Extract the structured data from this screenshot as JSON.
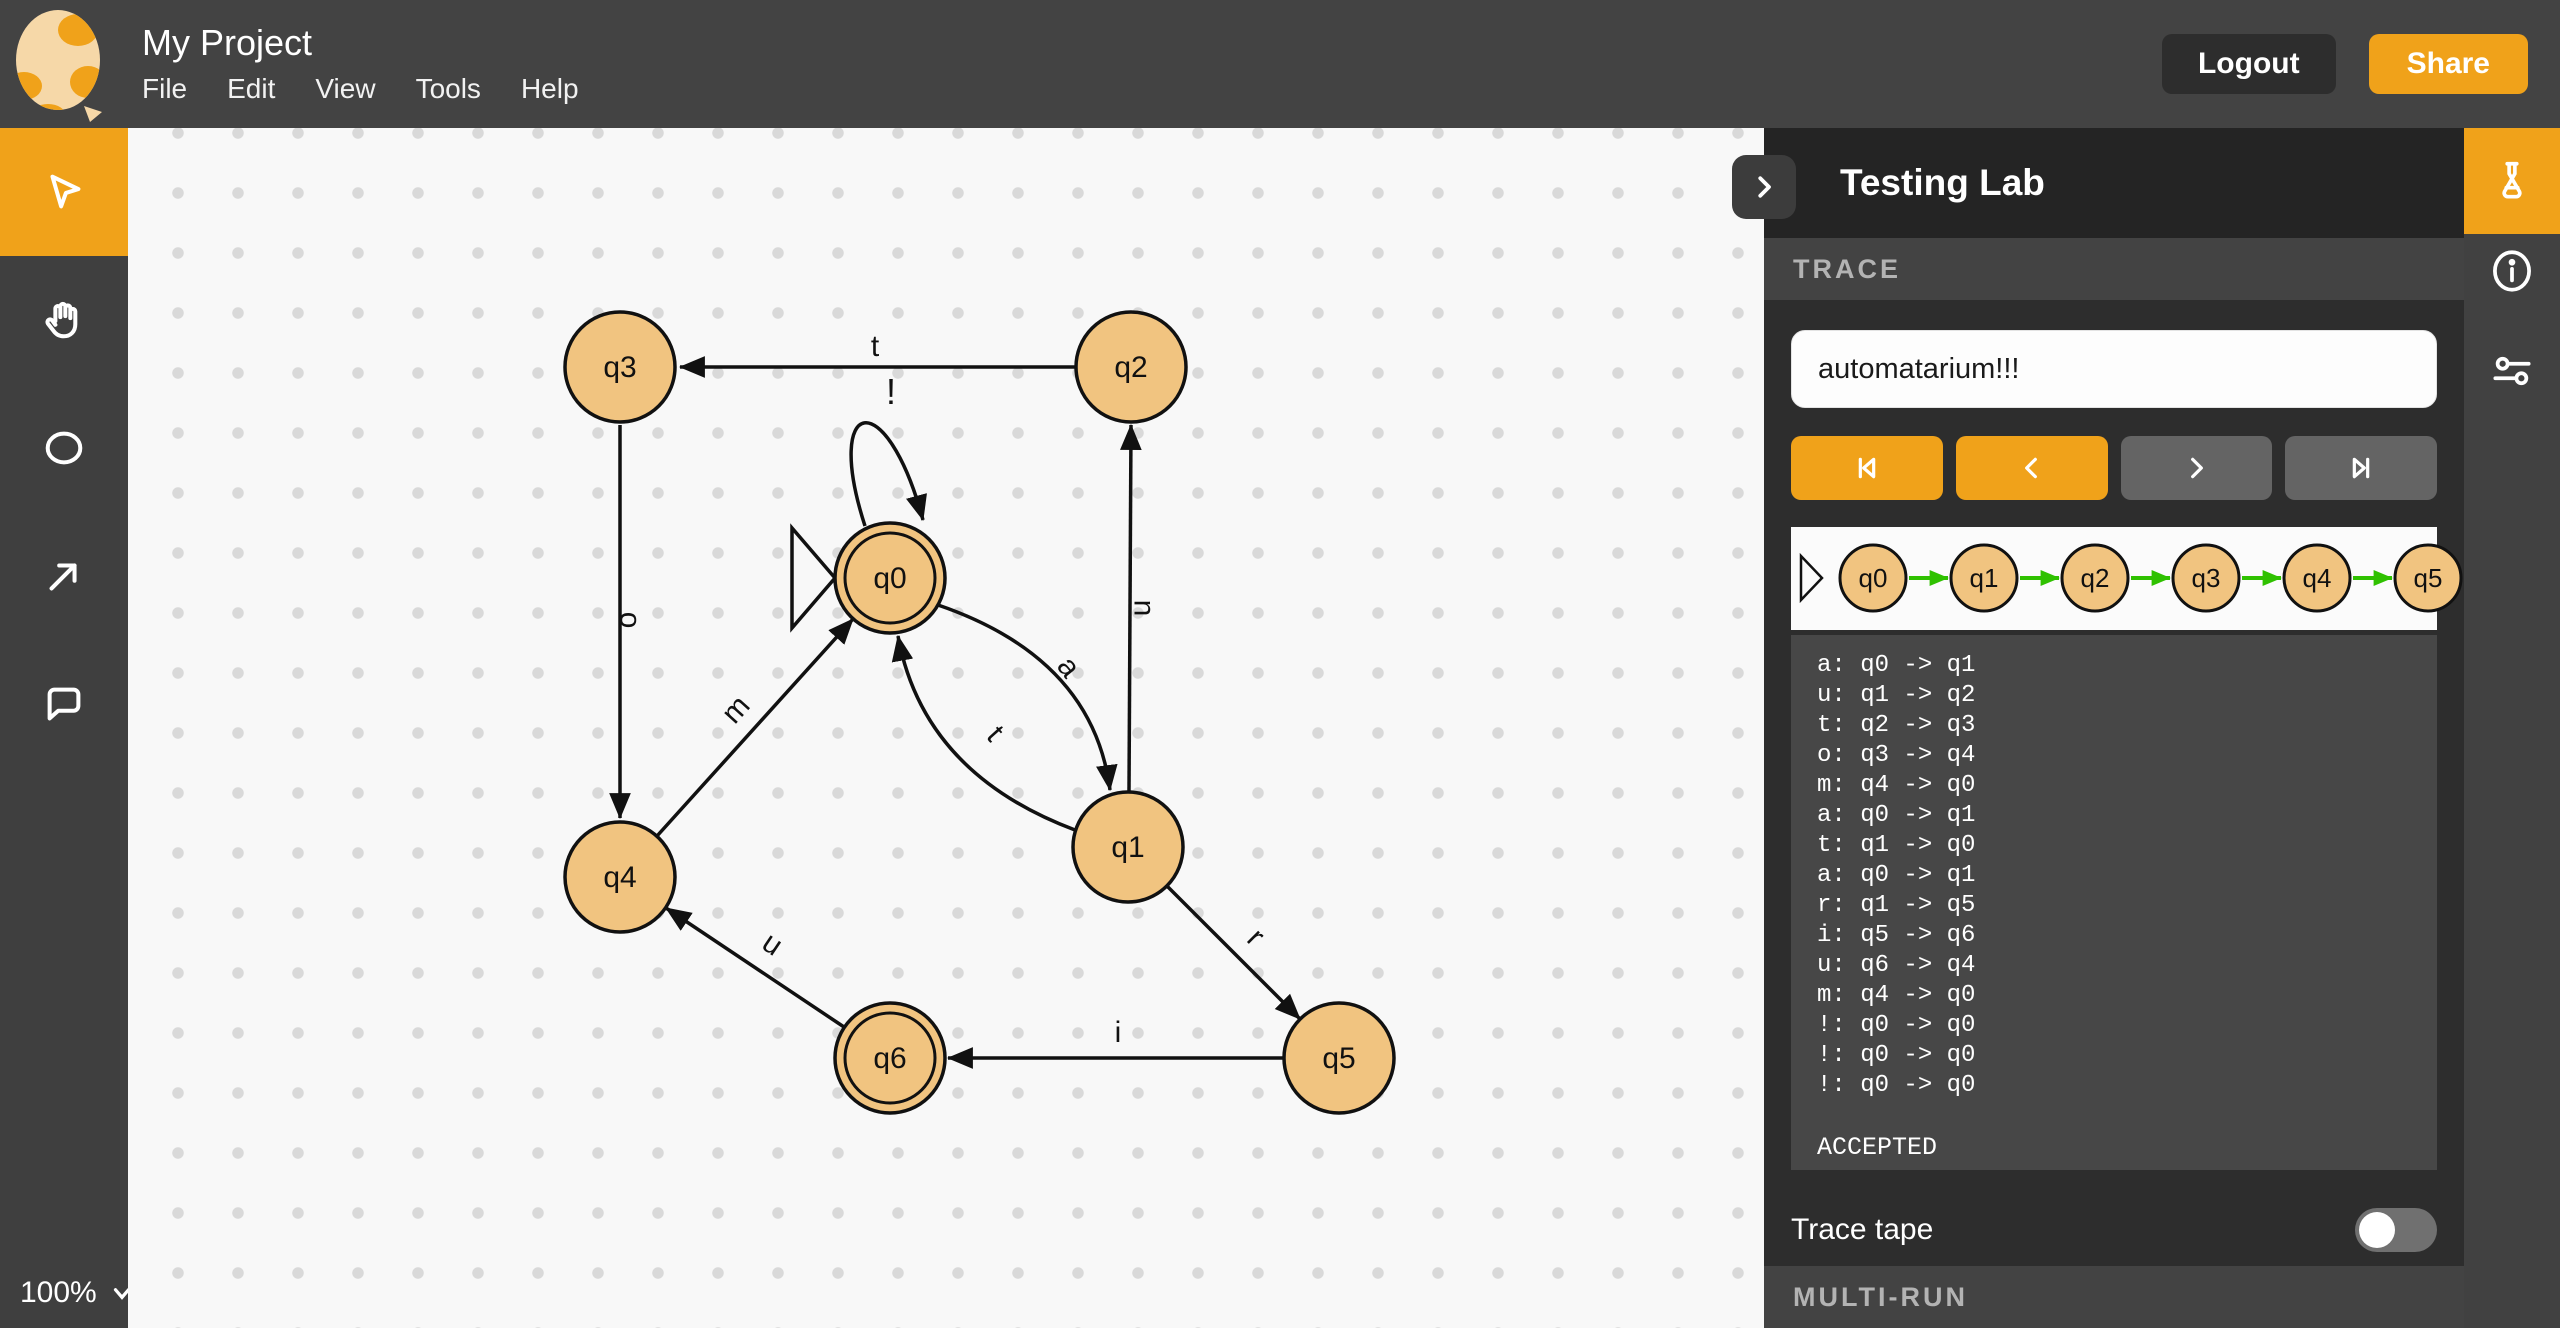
{
  "topbar": {
    "title": "My Project",
    "menus": [
      "File",
      "Edit",
      "View",
      "Tools",
      "Help"
    ],
    "logout_label": "Logout",
    "share_label": "Share"
  },
  "tool_sidebar": {
    "tools": [
      "cursor",
      "pan",
      "state",
      "transition",
      "comment"
    ],
    "active_tool": "cursor",
    "zoom_level": "100%"
  },
  "canvas": {
    "states": [
      {
        "label": "q0",
        "initial": true,
        "final": true
      },
      {
        "label": "q1",
        "initial": false,
        "final": false
      },
      {
        "label": "q2",
        "initial": false,
        "final": false
      },
      {
        "label": "q3",
        "initial": false,
        "final": false
      },
      {
        "label": "q4",
        "initial": false,
        "final": false
      },
      {
        "label": "q5",
        "initial": false,
        "final": false
      },
      {
        "label": "q6",
        "initial": false,
        "final": true
      }
    ],
    "transitions": [
      {
        "label": "t",
        "from": "q2",
        "to": "q3"
      },
      {
        "label": "!",
        "from": "q0",
        "to": "q0"
      },
      {
        "label": "o",
        "from": "q3",
        "to": "q4"
      },
      {
        "label": "m",
        "from": "q4",
        "to": "q0"
      },
      {
        "label": "a",
        "from": "q0",
        "to": "q1"
      },
      {
        "label": "t",
        "from": "q1",
        "to": "q0"
      },
      {
        "label": "u",
        "from": "q1",
        "to": "q2"
      },
      {
        "label": "r",
        "from": "q1",
        "to": "q5"
      },
      {
        "label": "i",
        "from": "q5",
        "to": "q6"
      },
      {
        "label": "u",
        "from": "q6",
        "to": "q4"
      }
    ]
  },
  "testing_lab": {
    "title": "Testing Lab",
    "trace_section_label": "TRACE",
    "multi_run_section_label": "MULTI-RUN",
    "trace_input_value": "automatarium!!!",
    "trace_states": [
      "q0",
      "q1",
      "q2",
      "q3",
      "q4",
      "q5"
    ],
    "trace_log": [
      "a: q0 -> q1",
      "u: q1 -> q2",
      "t: q2 -> q3",
      "o: q3 -> q4",
      "m: q4 -> q0",
      "a: q0 -> q1",
      "t: q1 -> q0",
      "a: q0 -> q1",
      "r: q1 -> q5",
      "i: q5 -> q6",
      "u: q6 -> q4",
      "m: q4 -> q0",
      "!: q0 -> q0",
      "!: q0 -> q0",
      "!: q0 -> q0"
    ],
    "result": "ACCEPTED",
    "trace_tape_label": "Trace tape",
    "trace_tape_on": false
  },
  "colors": {
    "accent_orange": "#f0a21a",
    "state_fill": "#f1c480",
    "trace_arrow_green": "#2fc100",
    "panel_dark": "#2d2d2d",
    "canvas_bg": "#f8f8f8"
  }
}
